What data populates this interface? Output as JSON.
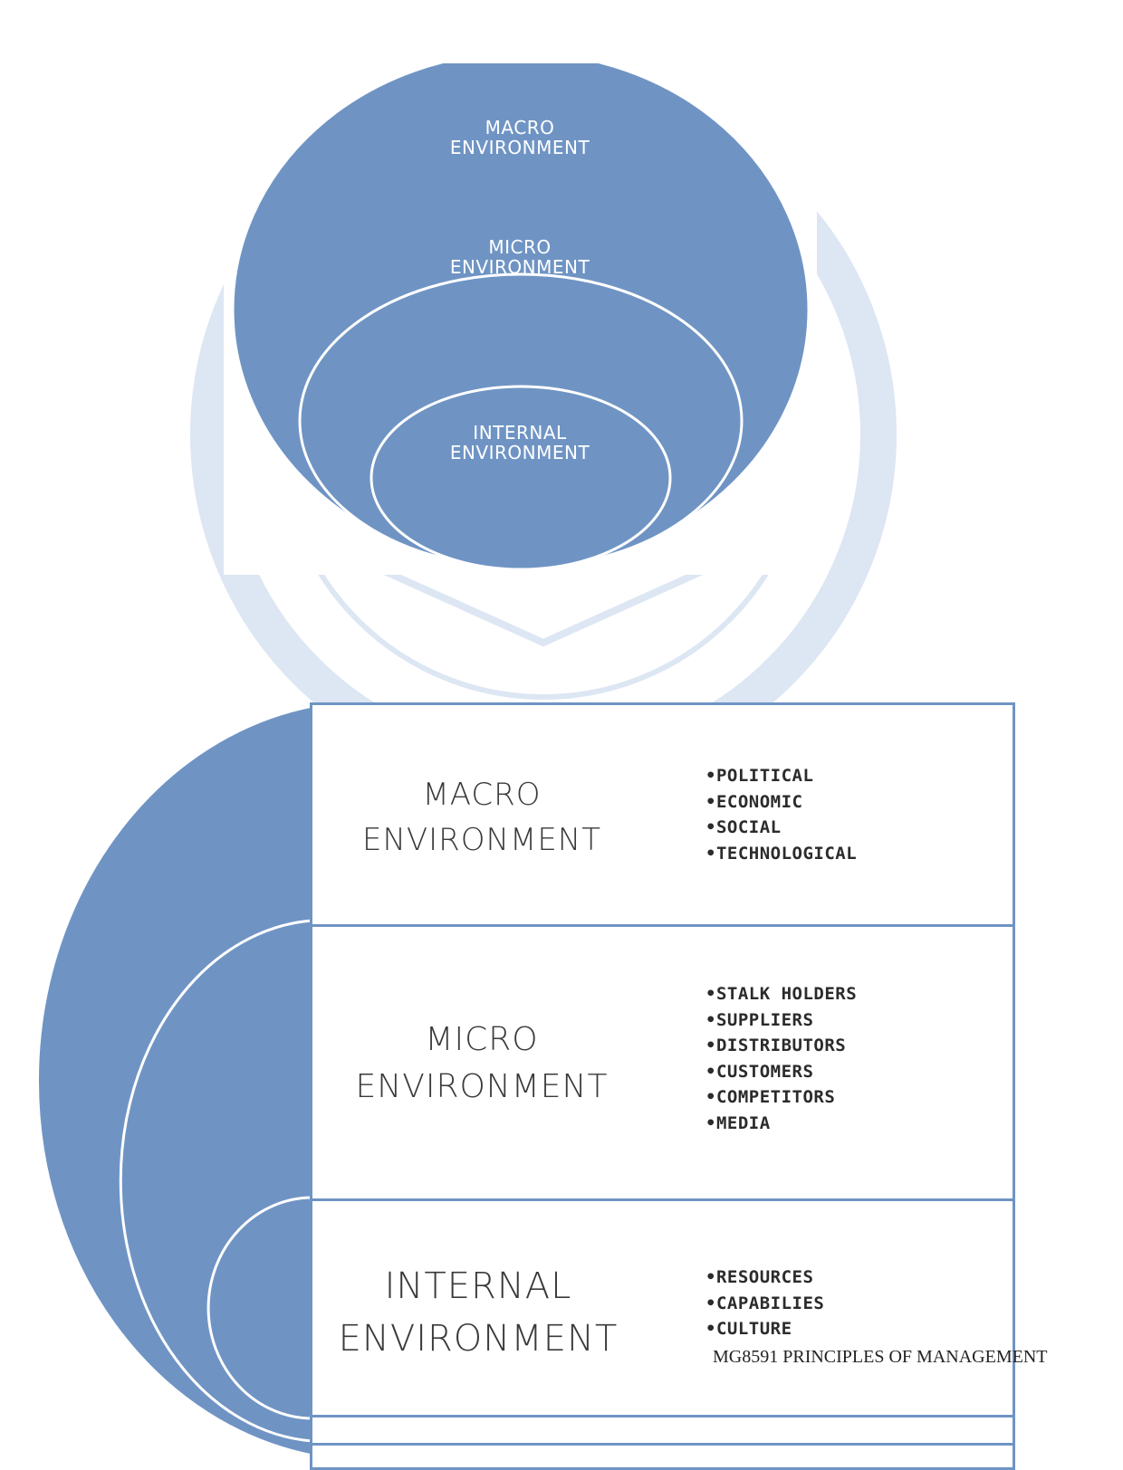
{
  "colors": {
    "fill": "#6f94c4",
    "stroke": "#ffffff",
    "box_border": "#6f94c4",
    "watermark": "#9fb8dd"
  },
  "top_diagram": {
    "labels": {
      "macro": "MACRO\nENVIRONMENT",
      "micro": "MICRO\nENVIRONMENT",
      "internal": "INTERNAL\nENVIRONMENT"
    }
  },
  "bottom_diagram": {
    "rows": [
      {
        "title": "MACRO\nENVIRONMENT",
        "items": [
          "•POLITICAL",
          "•ECONOMIC",
          "•SOCIAL",
          "•TECHNOLOGICAL"
        ]
      },
      {
        "title": "MICRO\nENVIRONMENT",
        "items": [
          "•STALK HOLDERS",
          "•SUPPLIERS",
          "•DISTRIBUTORS",
          "•CUSTOMERS",
          "•COMPETITORS",
          "•MEDIA"
        ]
      },
      {
        "title": "INTERNAL\nENVIRONMENT",
        "items": [
          "•RESOURCES",
          "•CAPABILIES",
          "•CULTURE"
        ]
      }
    ]
  },
  "footer": "MG8591 PRINCIPLES OF MANAGEMENT"
}
